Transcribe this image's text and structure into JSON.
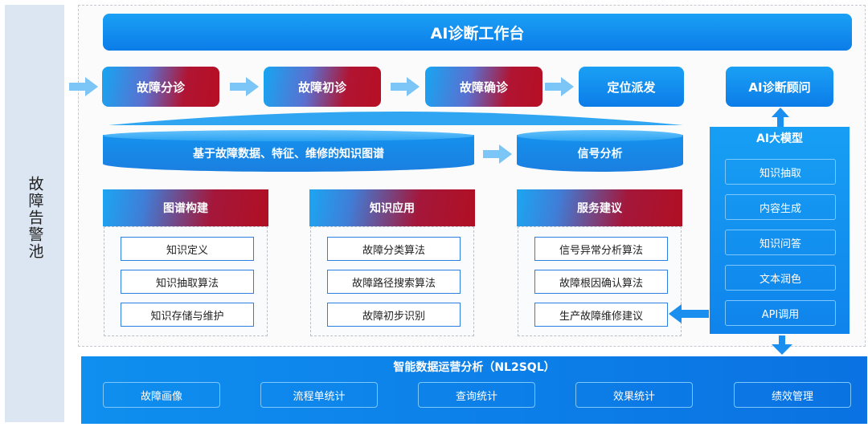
{
  "pool": {
    "label": "故障告警池"
  },
  "title": "AI诊断工作台",
  "steps": [
    {
      "label": "故障分诊"
    },
    {
      "label": "故障初诊"
    },
    {
      "label": "故障确诊"
    },
    {
      "label": "定位派发"
    }
  ],
  "advisor": {
    "label": "AI诊断顾问"
  },
  "knowledge_graph": {
    "label": "基于故障数据、特征、维修的知识图谱"
  },
  "signal_analysis": {
    "label": "信号分析"
  },
  "columns": [
    {
      "title": "图谱构建",
      "items": [
        "知识定义",
        "知识抽取算法",
        "知识存储与维护"
      ]
    },
    {
      "title": "知识应用",
      "items": [
        "故障分类算法",
        "故障路径搜索算法",
        "故障初步识别"
      ]
    },
    {
      "title": "服务建议",
      "items": [
        "信号异常分析算法",
        "故障根因确认算法",
        "生产故障维修建议"
      ]
    }
  ],
  "ai_model": {
    "title": "AI大模型",
    "items": [
      "知识抽取",
      "内容生成",
      "知识问答",
      "文本润色",
      "API调用"
    ]
  },
  "ops": {
    "title": "智能数据运营分析（NL2SQL）",
    "items": [
      "故障画像",
      "流程单统计",
      "查询统计",
      "效果统计",
      "绩效管理"
    ]
  },
  "colors": {
    "blue_primary": "#0c7ce8",
    "red_accent": "#b60f24",
    "light_arrow": "#7cc6f7",
    "pool_bg": "#dce6f3"
  }
}
